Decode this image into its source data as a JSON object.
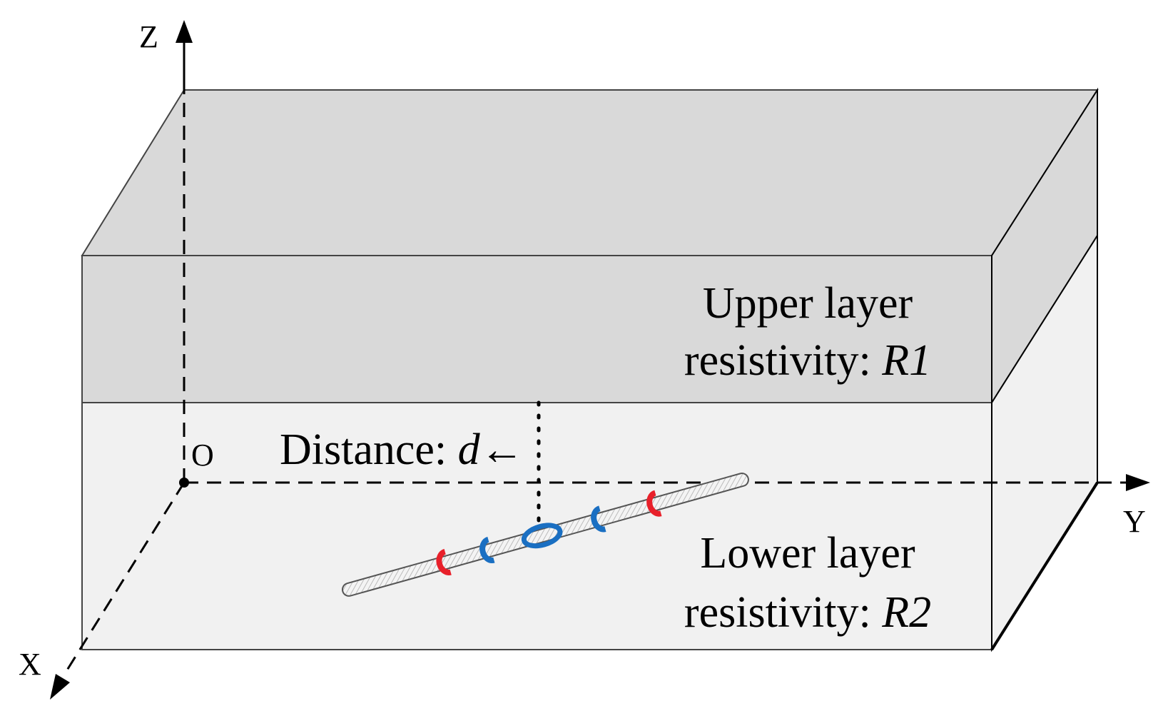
{
  "axes": {
    "x_label": "X",
    "y_label": "Y",
    "z_label": "Z",
    "origin_label": "O"
  },
  "upper_layer": {
    "line1": "Upper layer",
    "line2_prefix": "resistivity: ",
    "line2_symbol": "R1"
  },
  "lower_layer": {
    "line1": "Lower layer",
    "line2_prefix": "resistivity: ",
    "line2_symbol": "R2"
  },
  "distance": {
    "prefix": "Distance: ",
    "symbol": "d",
    "arrow": "←"
  },
  "colors": {
    "upper_layer_fill": "#d9d9d9",
    "lower_layer_fill": "#f1f1f1",
    "transmitter_coil": "#e8202a",
    "receiver_coil": "#1a6fc2",
    "tool_body": "#eeeeee"
  }
}
